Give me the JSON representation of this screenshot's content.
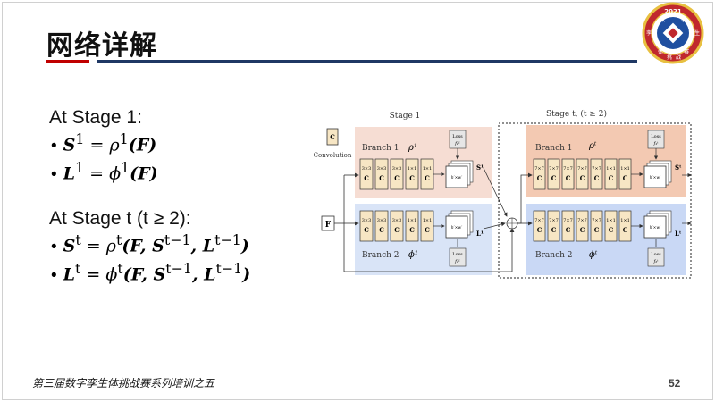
{
  "header": {
    "title": "网络详解"
  },
  "logo": {
    "year": "2021",
    "chars": [
      "数",
      "字",
      "孪",
      "生",
      "体",
      "挑",
      "战",
      "赛"
    ]
  },
  "content": {
    "stage1": {
      "heading": "At Stage 1:",
      "eq1": {
        "lhs": "S",
        "sup": "1",
        "mid": " = ρ",
        "sup2": "1",
        "rhs": "(F)"
      },
      "eq2": {
        "lhs": "L",
        "sup": "1",
        "mid": " = ϕ",
        "sup2": "1",
        "rhs": "(F)"
      }
    },
    "staget": {
      "heading": "At Stage t (t ≥ 2):",
      "eq1": {
        "lhs": "S",
        "sup": "t",
        "mid": " = ρ",
        "sup2": "t",
        "rhs": "(F, S",
        "sup3": "t−1",
        "rhs2": ", L",
        "sup4": "t−1",
        "rhs3": ")"
      },
      "eq2": {
        "lhs": "L",
        "sup": "t",
        "mid": " = ϕ",
        "sup2": "t",
        "rhs": "(F, S",
        "sup3": "t−1",
        "rhs2": ", L",
        "sup4": "t−1",
        "rhs3": ")"
      }
    }
  },
  "diagram": {
    "stage1_label": "Stage 1",
    "staget_label": "Stage t, (t ≥ 2)",
    "legend_block": "C",
    "legend_label": "Convolution",
    "input_label": "F",
    "branch1_label": "Branch 1",
    "branch2_label": "Branch 2",
    "rho1": "ρ¹",
    "phi1": "ϕ¹",
    "rhot": "ρᵗ",
    "phit": "ϕᵗ",
    "s1_out": "S¹",
    "l1_out": "L¹",
    "st_out": "Sᵗ",
    "lt_out": "Lᵗ",
    "loss_label": "Loss",
    "f1_1": "f₁¹",
    "f2_1": "f₂¹",
    "f1_t": "f₁ᵗ",
    "f2_t": "f₂ᵗ",
    "hw": "h′×w′",
    "stage1_kernels": [
      "3×3",
      "3×3",
      "3×3",
      "1×1",
      "1×1"
    ],
    "staget_kernels": [
      "7×7",
      "7×7",
      "7×7",
      "7×7",
      "7×7",
      "1×1",
      "1×1"
    ],
    "block_letter": "C"
  },
  "footer": {
    "text": "第三届数字孪生体挑战赛系列培训之五",
    "page": "52"
  }
}
